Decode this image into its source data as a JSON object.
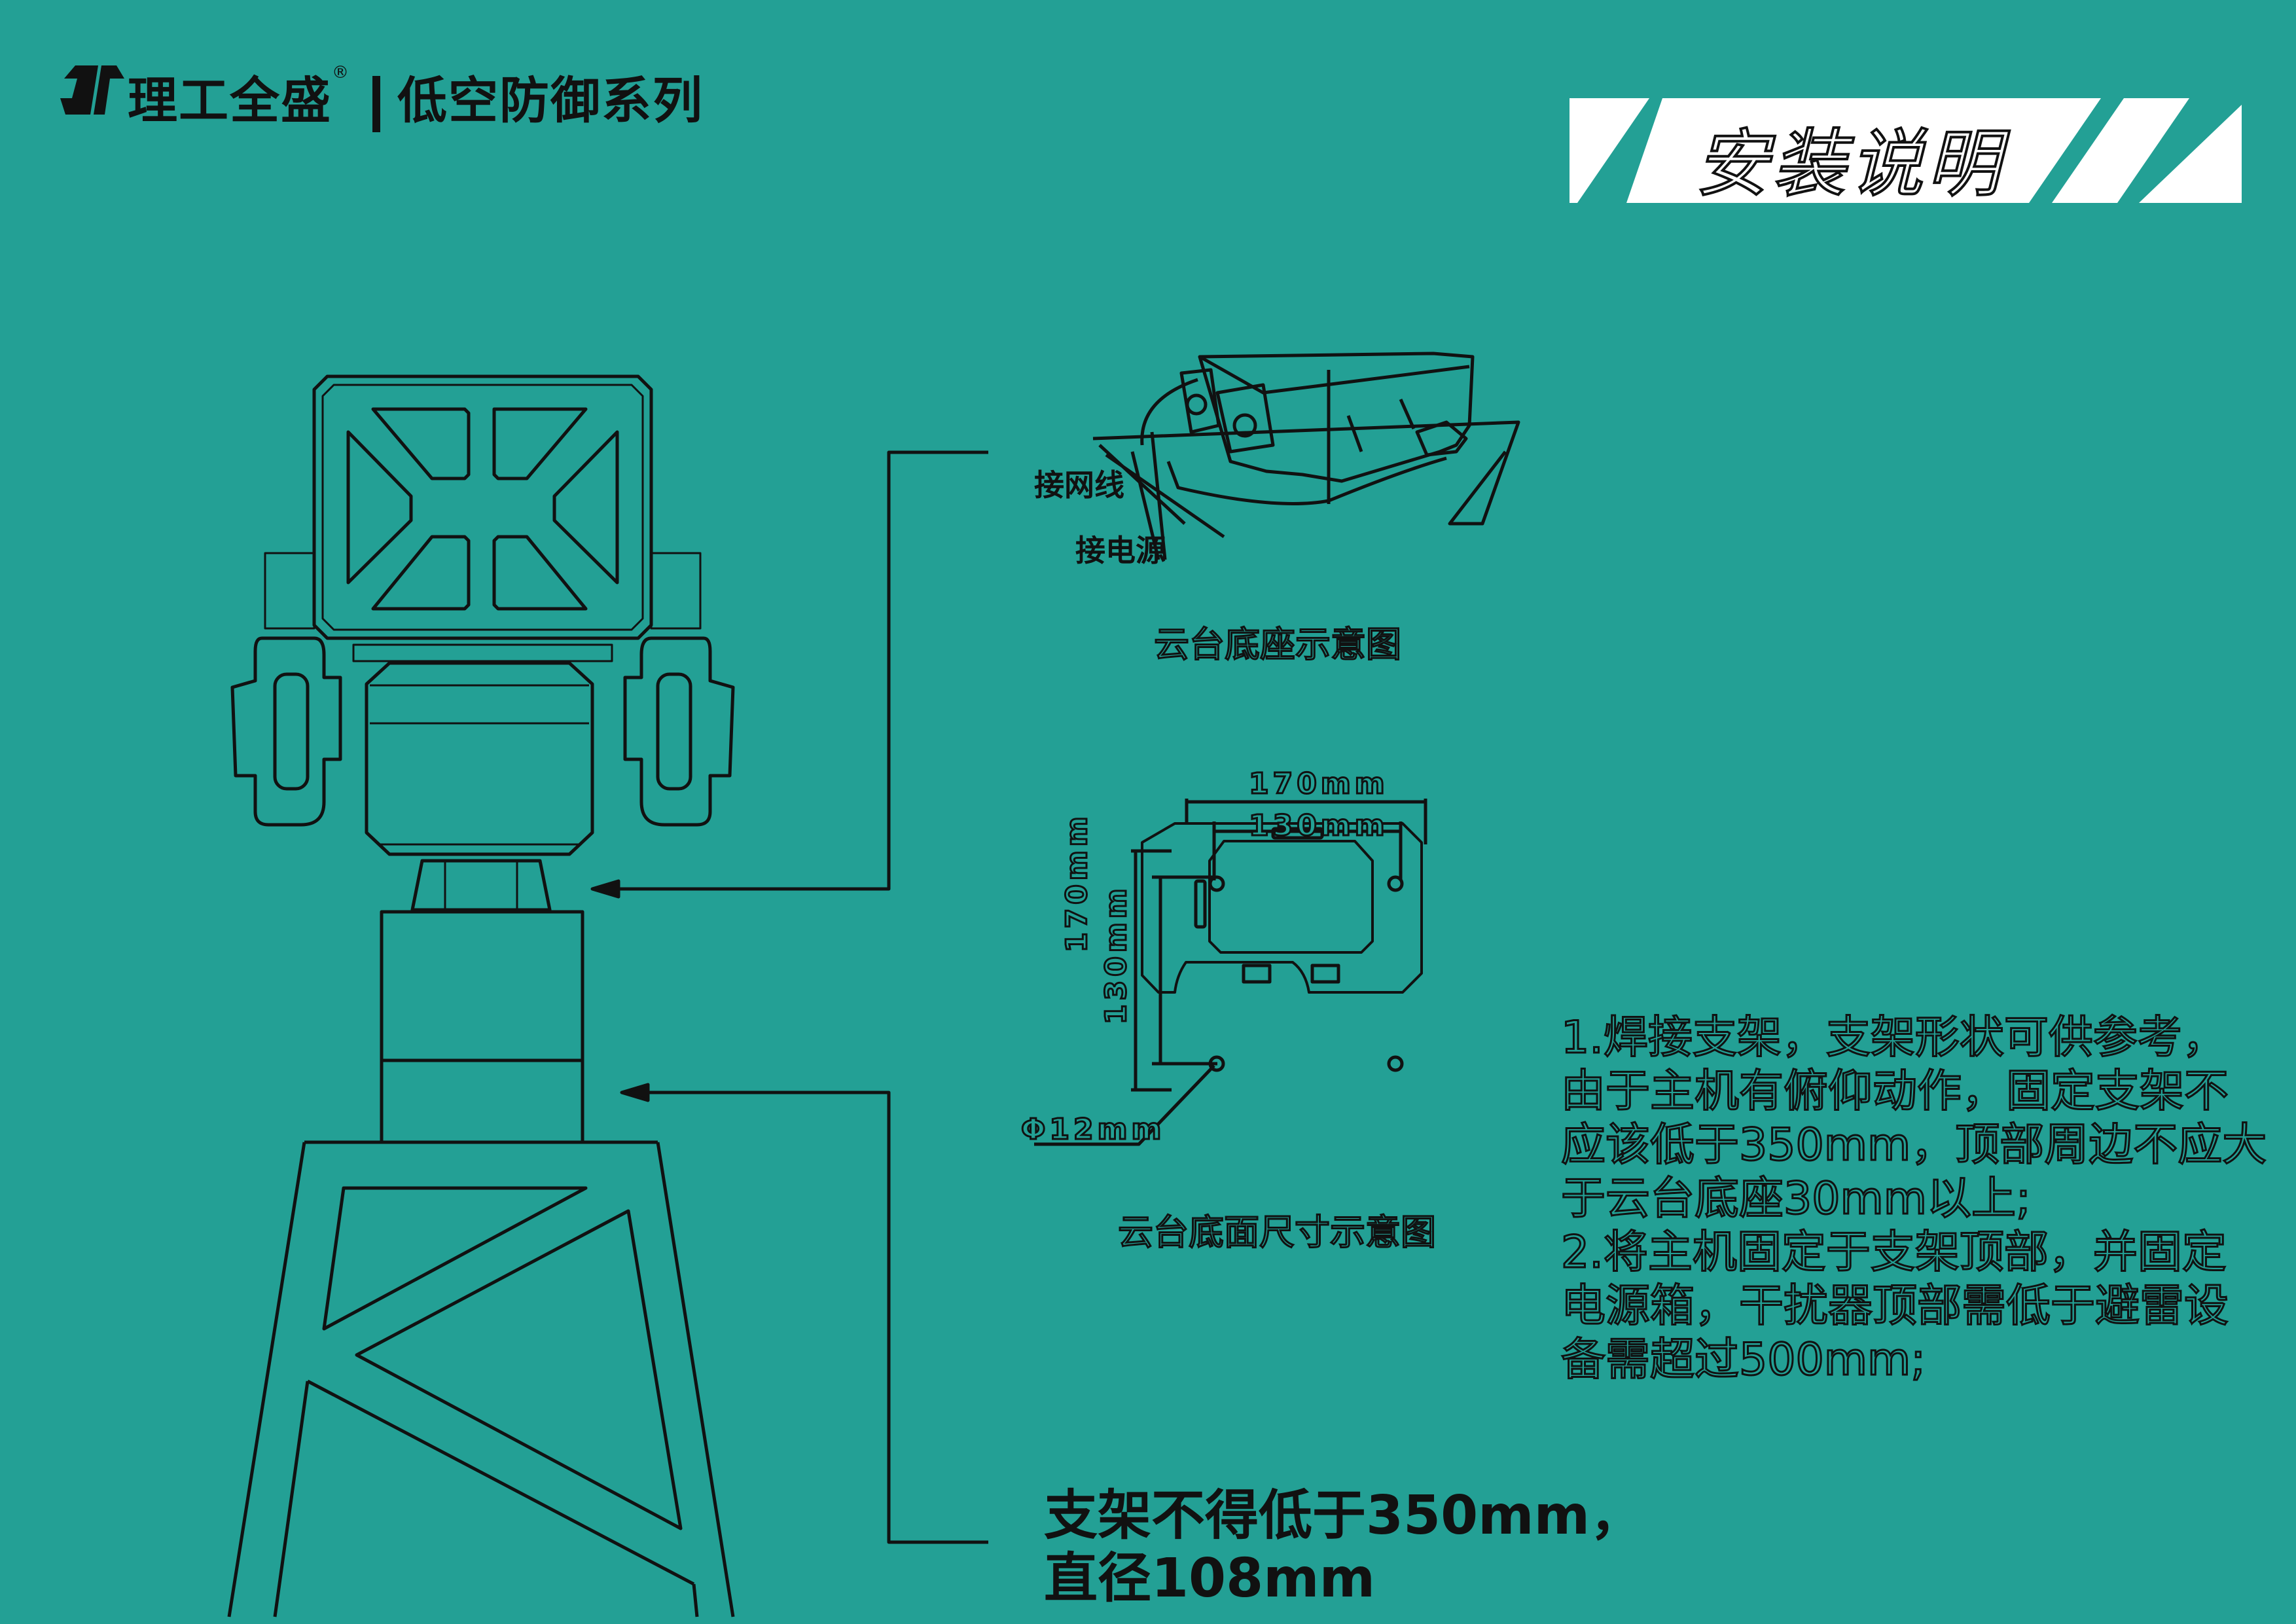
{
  "header": {
    "brand_name": "理工全盛",
    "registered_mark": "®",
    "series": "低空防御系列",
    "banner_title": "安装说明"
  },
  "base_diagram": {
    "label_network": "接网线",
    "label_power": "接电源",
    "caption": "云台底座示意图"
  },
  "dimension_diagram": {
    "outer_width": "170mm",
    "inner_width": "130mm",
    "outer_height": "170mm",
    "inner_height": "130mm",
    "hole_diameter": "Φ12mm",
    "caption": "云台底面尺寸示意图"
  },
  "notes": {
    "lines": [
      "1.焊接支架，支架形状可供参考，",
      "由于主机有俯仰动作，固定支架不",
      "应该低于350mm，顶部周边不应大",
      "于云台底座30mm以上;",
      "2.将主机固定于支架顶部，并固定",
      "电源箱，干扰器顶部需低于避雷设",
      "备需超过500mm;"
    ]
  },
  "bracket_note": {
    "line1": "支架不得低于350mm，",
    "line2": "直径108mm"
  },
  "colors": {
    "background": "#23a095",
    "ink": "#111111",
    "banner": "#ffffff"
  }
}
